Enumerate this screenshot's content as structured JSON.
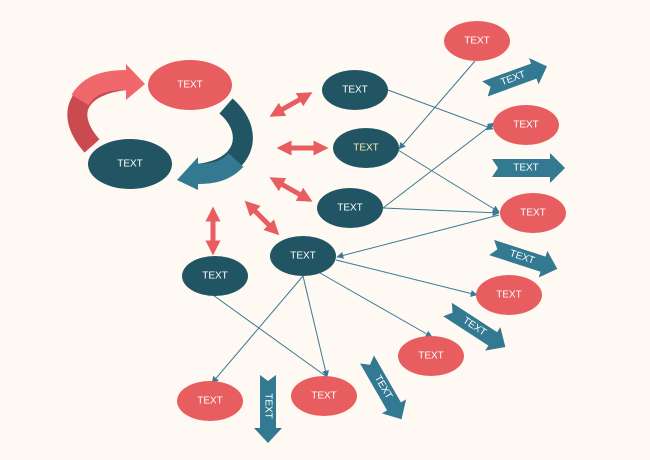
{
  "colors": {
    "coral": "#e85d5f",
    "dark_teal": "#225563",
    "arrow_teal": "#337992",
    "background": "#fef9f3"
  },
  "cycle": {
    "top": "TEXT",
    "bottom": "TEXT"
  },
  "dark_nodes": [
    "TEXT",
    "TEXT",
    "TEXT",
    "TEXT",
    "TEXT"
  ],
  "coral_nodes": [
    "TEXT",
    "TEXT",
    "TEXT",
    "TEXT",
    "TEXT",
    "TEXT",
    "TEXT"
  ],
  "block_arrows": [
    "TEXT",
    "TEXT",
    "TEXT",
    "TEXT",
    "TEXT",
    "TEXT"
  ]
}
